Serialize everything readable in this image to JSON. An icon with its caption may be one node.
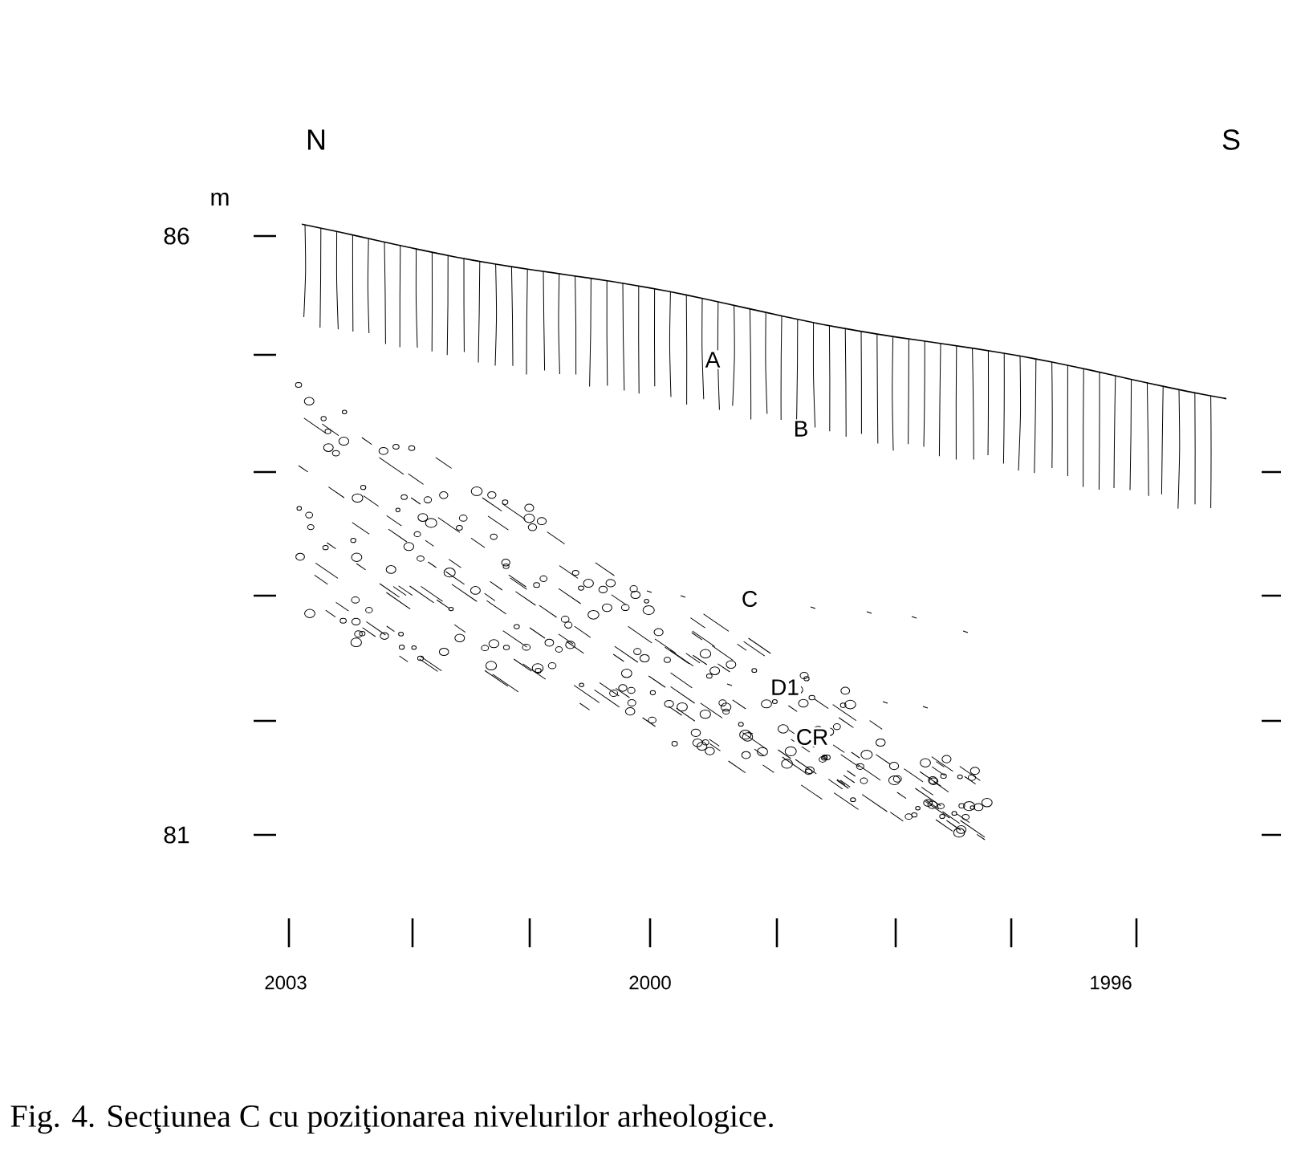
{
  "diagram": {
    "caption": "Fig. 4. Secţiunea C cu poziţionarea nivelurilor arheologice.",
    "labels": [
      "N",
      "S",
      "m",
      "86",
      "A",
      "B",
      "C",
      "D1",
      "CR",
      "81",
      "2003",
      "2000",
      "1996"
    ]
  }
}
